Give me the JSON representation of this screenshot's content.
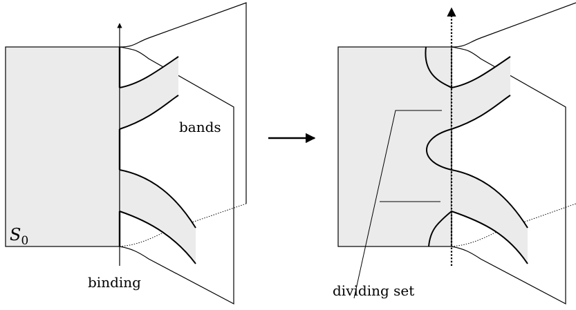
{
  "labels": {
    "surface": "S",
    "surface_subscript": "0",
    "bands": "bands",
    "binding": "binding",
    "dividing_set": "dividing set"
  },
  "colors": {
    "stroke": "#000000",
    "fill": "#ebebeb",
    "background": "#ffffff"
  },
  "icons": {
    "binding_arrow": "arrow-up-icon",
    "transition_arrow": "arrow-right-icon"
  }
}
